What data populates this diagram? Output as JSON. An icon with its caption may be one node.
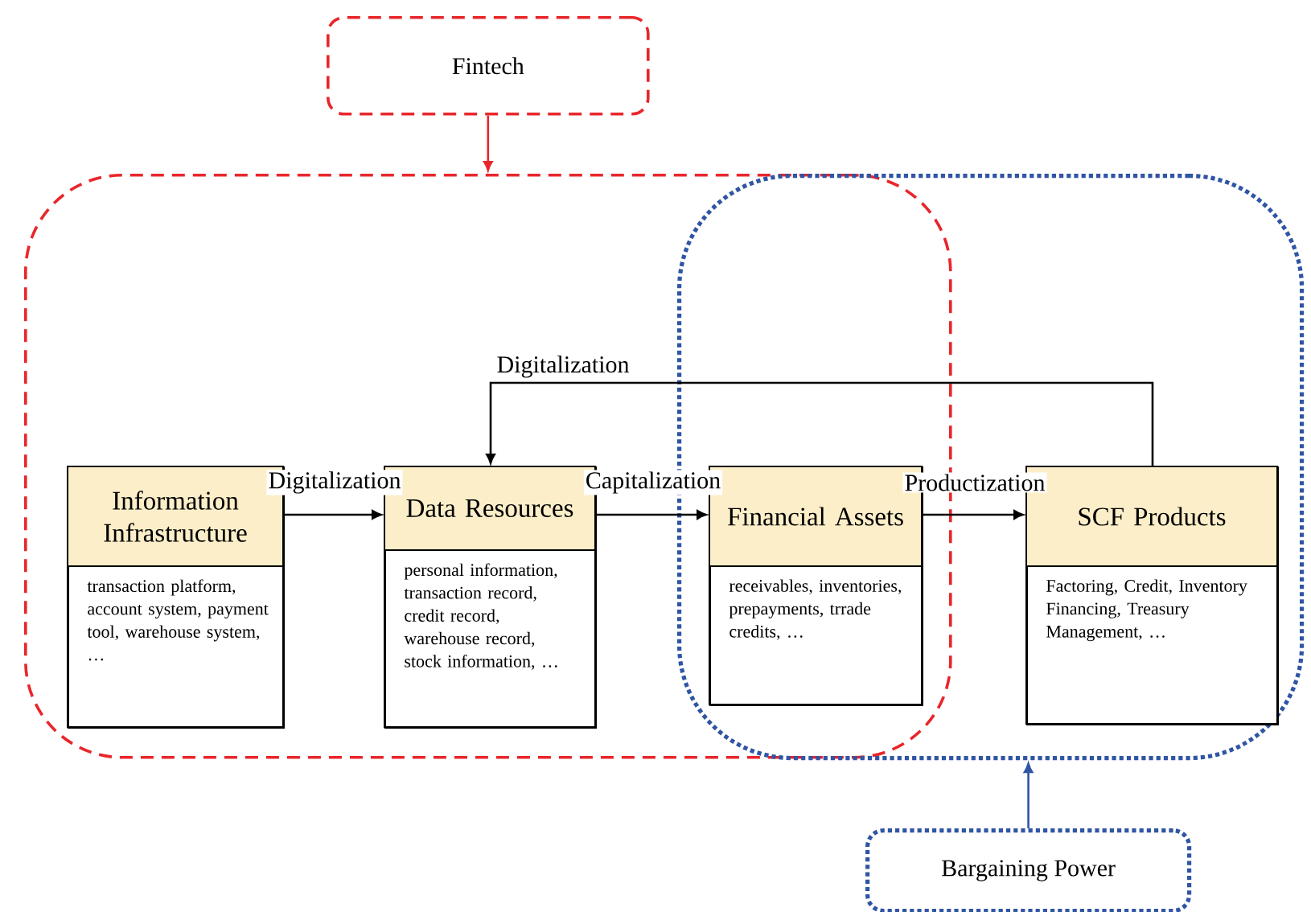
{
  "diagram": {
    "nodes": [
      {
        "text": [
          "Fintech"
        ]
      },
      {
        "text": [],
        "shape": "box"
      },
      {
        "text": [],
        "shape": "box"
      },
      {
        "text": [
          "Bargaining Power"
        ]
      },
      {
        "text": [
          "Information Infrastructure",
          "transaction platform, account system, payment tool, warehouse system, …"
        ],
        "in": 1
      },
      {
        "text": [
          "Data Resources",
          "personal information, transaction record, credit record, warehouse record, stock information, …"
        ],
        "in": 1
      },
      {
        "text": [
          "Financial Assets",
          "receivables, inventories, prepayments, trrade credits, …"
        ]
      },
      {
        "text": [
          "SCF Products",
          "Factoring, Credit, Inventory Financing, Treasury Management, …"
        ],
        "in": 2
      }
    ],
    "edges": [
      {
        "from": 0,
        "to": 1,
        "arrow": "to",
        "color": "#e8262b"
      },
      {
        "from": 3,
        "to": 2,
        "arrow": "to",
        "color": "#2f55a4"
      },
      {
        "from": 4,
        "to": 5,
        "arrow": "to",
        "label": "Digitalization"
      },
      {
        "from": 5,
        "to": 6,
        "arrow": "to",
        "label": "Capitalization"
      },
      {
        "from": 6,
        "to": 7,
        "arrow": "to",
        "label": "Productization"
      },
      {
        "from": 7,
        "to": 5,
        "arrow": "to",
        "label": "Digitalization"
      }
    ]
  }
}
